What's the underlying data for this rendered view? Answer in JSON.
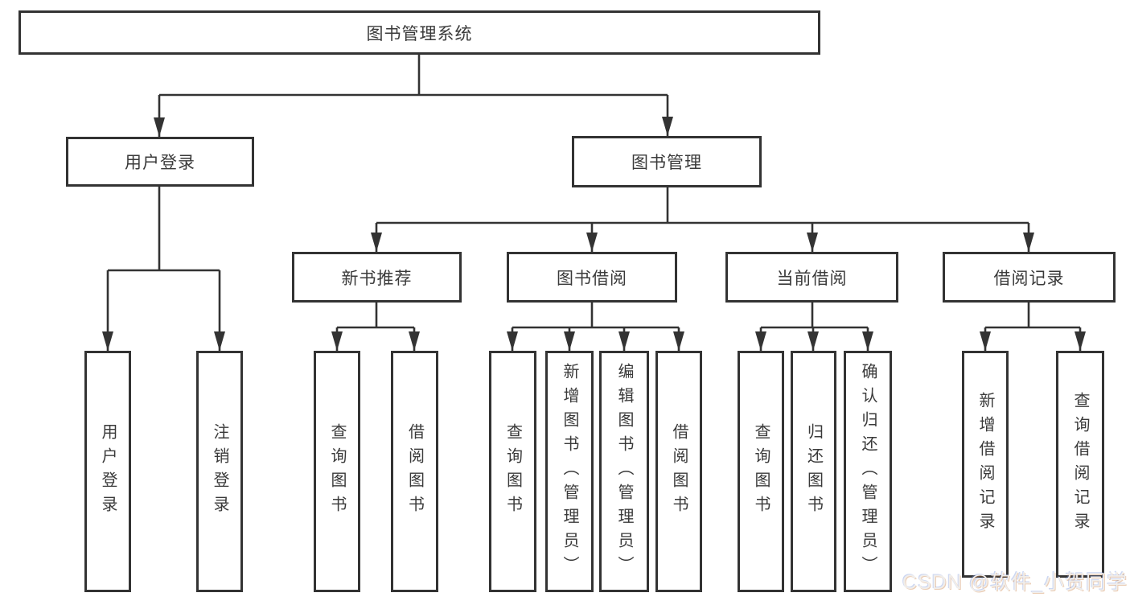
{
  "diagram": {
    "title": "图书管理系统",
    "branches": {
      "user_login": {
        "label": "用户登录",
        "children": [
          "用户登录",
          "注销登录"
        ]
      },
      "book_management": {
        "label": "图书管理",
        "modules": {
          "new_books": {
            "label": "新书推荐",
            "children": [
              "查询图书",
              "借阅图书"
            ]
          },
          "book_borrow": {
            "label": "图书借阅",
            "children": [
              "查询图书",
              "新增图书（管理员）",
              "编辑图书（管理员）",
              "借阅图书"
            ]
          },
          "current_borrow": {
            "label": "当前借阅",
            "children": [
              "查询图书",
              "归还图书",
              "确认归还（管理员）"
            ]
          },
          "borrow_records": {
            "label": "借阅记录",
            "children": [
              "新增借阅记录",
              "查询借阅记录"
            ]
          }
        }
      }
    }
  },
  "watermark": {
    "text": "CSDN @软件_小贺同学"
  },
  "colors": {
    "line": "#333333",
    "text": "#3a3a3a",
    "watermark": "#f1eeeb",
    "background": "#ffffff"
  }
}
